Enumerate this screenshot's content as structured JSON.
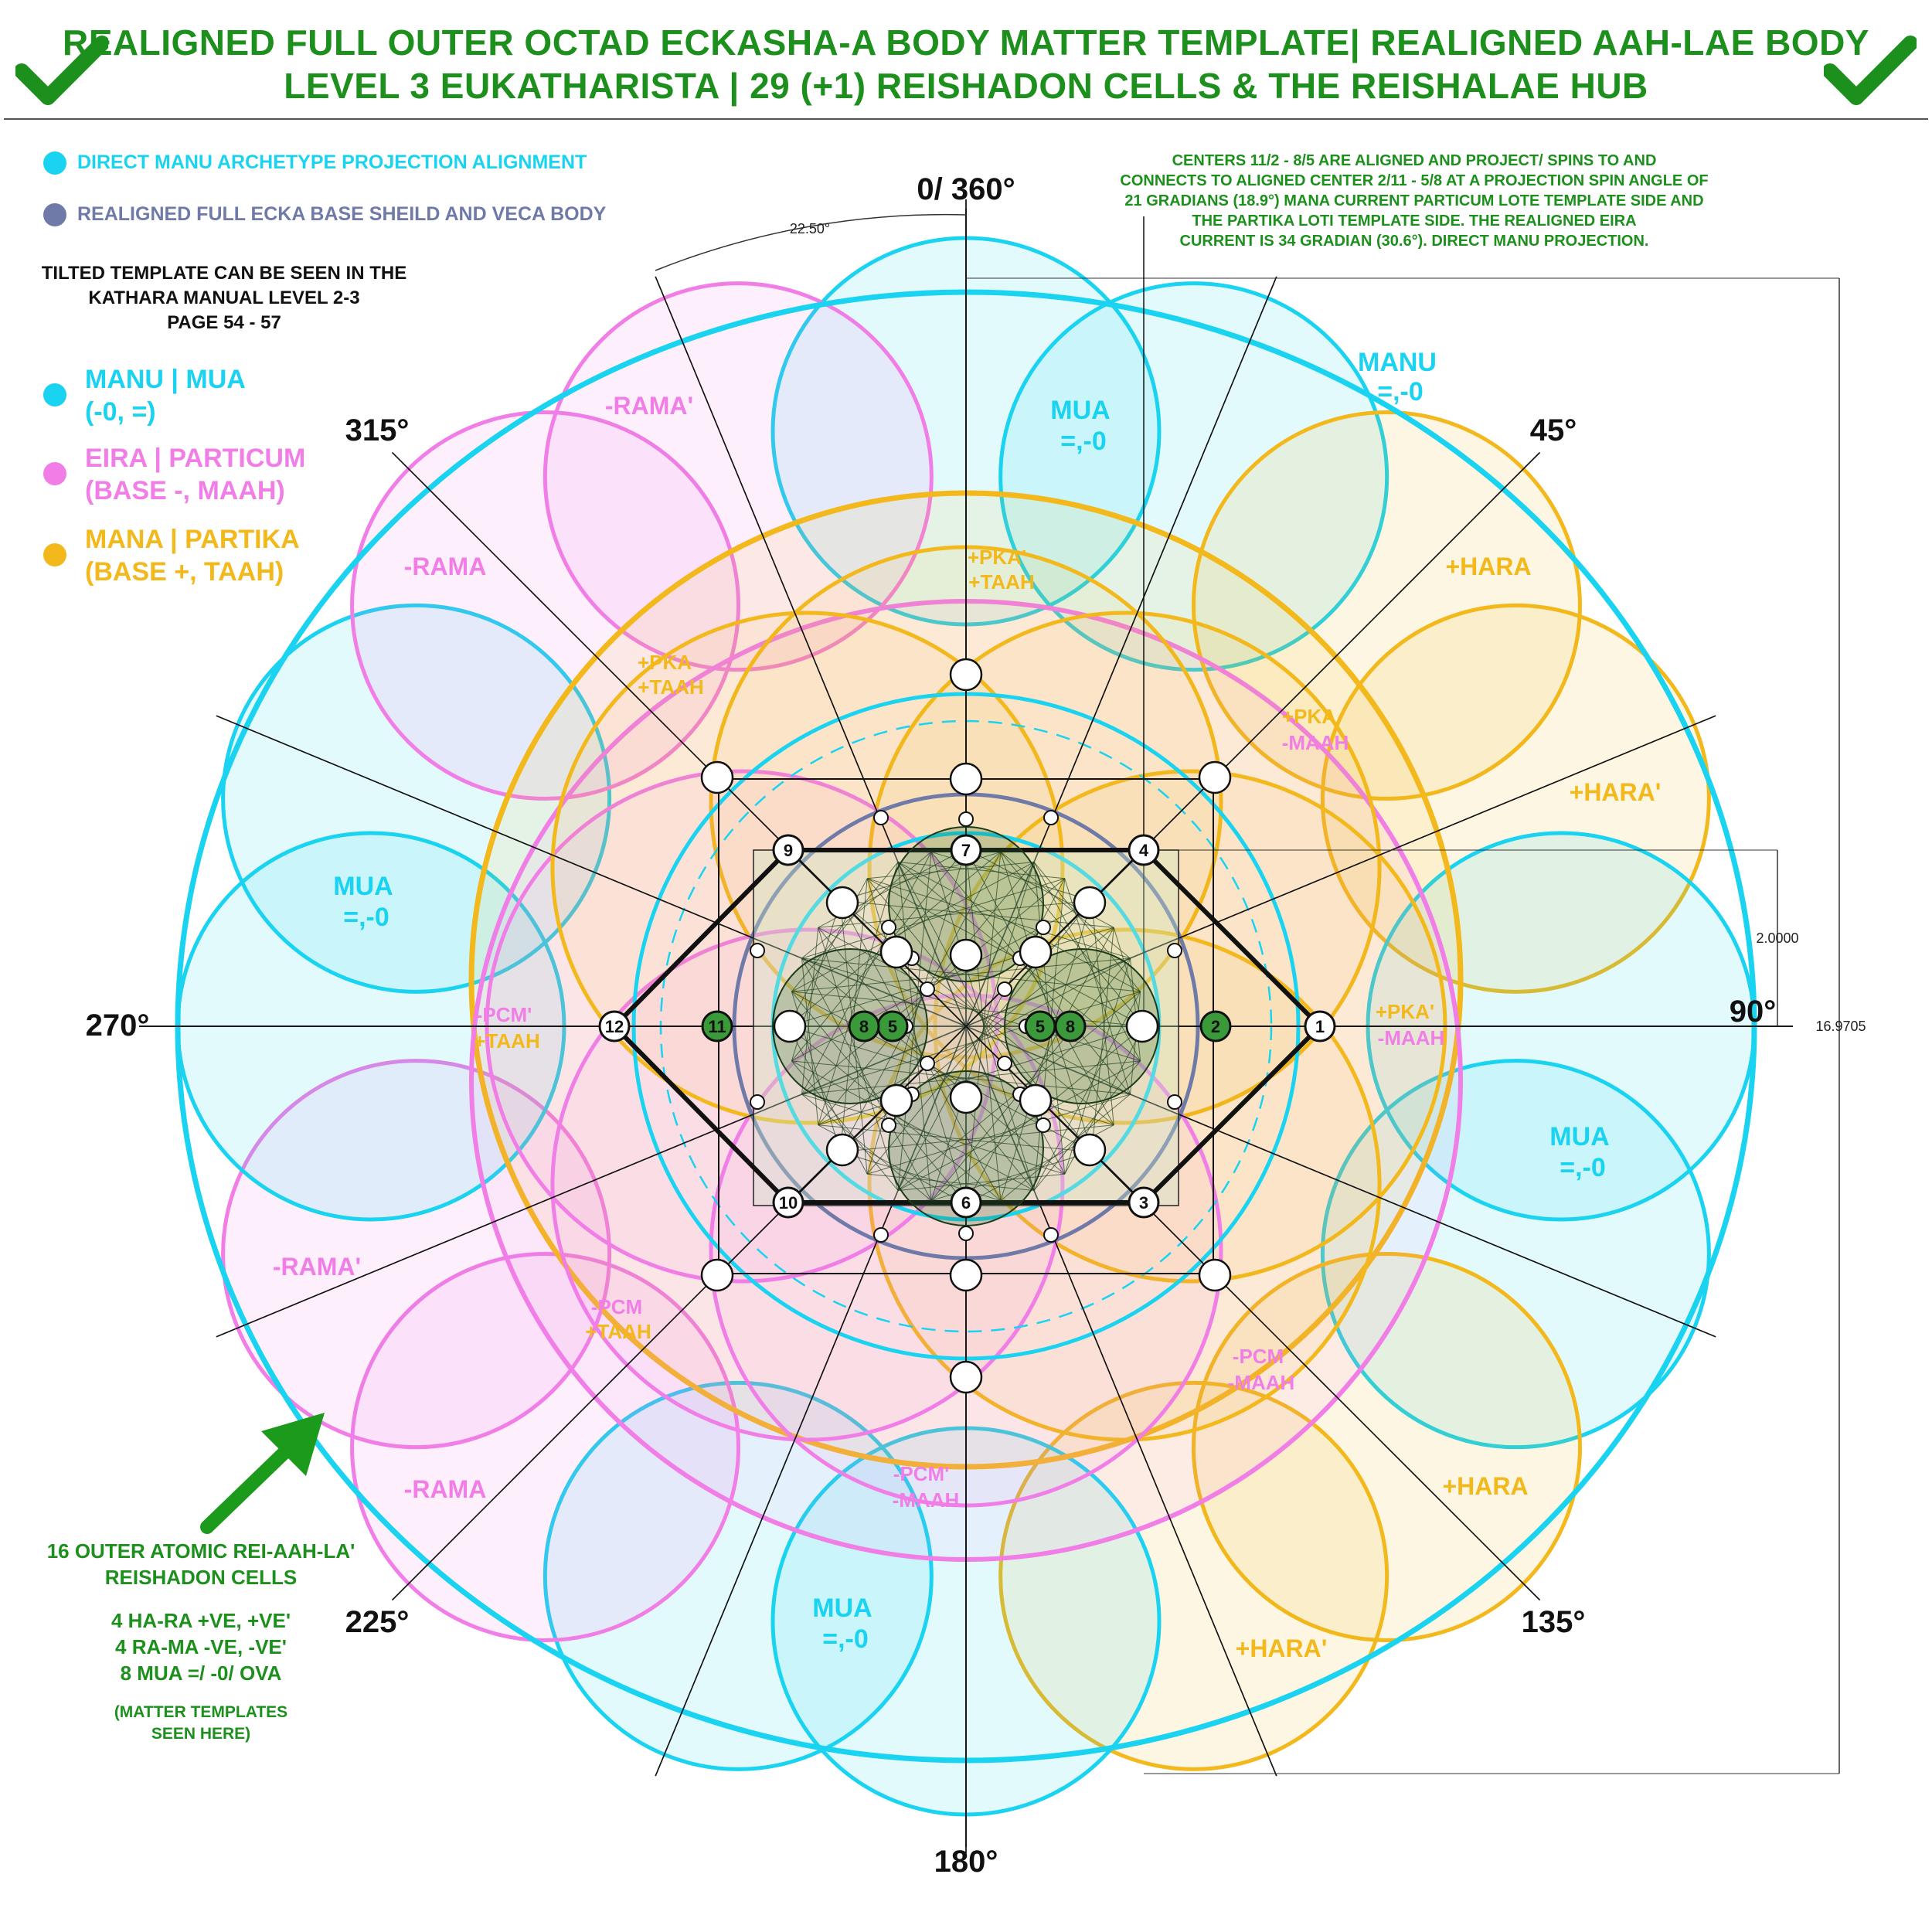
{
  "header": {
    "line1": "REALIGNED FULL OUTER OCTAD ECKASHA-A BODY MATTER TEMPLATE| REALIGNED AAH-LAE BODY",
    "line2": "LEVEL 3 EUKATHARISTA  | 29 (+1) REISHADON CELLS & THE REISHALAE HUB",
    "check_color": "#1c8f1c"
  },
  "legend": {
    "direct_manu": "DIRECT MANU ARCHETYPE PROJECTION ALIGNMENT",
    "realigned_ecka": "REALIGNED FULL ECKA BASE SHEILD AND VECA BODY",
    "tilted_1": "TILTED TEMPLATE CAN BE SEEN IN THE",
    "tilted_2": "KATHARA MANUAL LEVEL 2-3",
    "tilted_3": "PAGE 54 - 57",
    "manu_1": "MANU | MUA",
    "manu_2": "(-0, =)",
    "eira_1": "EIRA | PARTICUM",
    "eira_2": "(BASE -, MAAH)",
    "mana_1": "MANA | PARTIKA",
    "mana_2": "(BASE +, TAAH)"
  },
  "note": {
    "l1": "CENTERS 11/2 - 8/5 ARE ALIGNED AND PROJECT/ SPINS TO AND",
    "l2": "CONNECTS TO ALIGNED CENTER 2/11 - 5/8 AT A PROJECTION SPIN ANGLE OF",
    "l3": "21 GRADIANS (18.9°) MANA CURRENT PARTICUM LOTE TEMPLATE SIDE AND",
    "l4": "THE PARTIKA LOTI TEMPLATE SIDE. THE REALIGNED EIRA",
    "l5": "CURRENT IS 34 GRADIAN (30.6°). DIRECT MANU PROJECTION."
  },
  "cells_note": {
    "l1": "16 OUTER ATOMIC REI-AAH-LA'",
    "l2": "REISHADON CELLS",
    "l3": "4 HA-RA +VE, +VE'",
    "l4": "4 RA-MA -VE, -VE'",
    "l5": "8 MUA =/ -0/ OVA",
    "l6": "(MATTER TEMPLATES",
    "l7": "SEEN HERE)"
  },
  "angles": {
    "a0": "0/ 360°",
    "a45": "45°",
    "a90": "90°",
    "a135": "135°",
    "a180": "180°",
    "a225": "225°",
    "a270": "270°",
    "a315": "315°",
    "arc": "22.50°"
  },
  "dimensions": {
    "small": "2.0000",
    "large": "16.9705"
  },
  "circle_labels": {
    "rama_prime_top": "-RAMA'",
    "mua_top": "MUA",
    "mua_top_val": "=,-0",
    "manu_tr": "MANU",
    "manu_tr_val": "=,-0",
    "rama_left": "-RAMA",
    "hara_right": "+HARA",
    "hara_prime_right": "+HARA'",
    "mua_left": "MUA",
    "mua_left_val": "=,-0",
    "mua_right": "MUA",
    "mua_right_val": "=,-0",
    "rama_prime_left": "-RAMA'",
    "rama_bl": "-RAMA",
    "hara_br": "+HARA",
    "mua_bottom": "MUA",
    "mua_bottom_val": "=,-0",
    "hara_prime_bottom": "+HARA'",
    "pka_prime_top_1": "+PKA'",
    "pka_prime_top_2": "+TAAH",
    "pka_ul_1": "+PKA",
    "pka_ul_2": "+TAAH",
    "pka_ur_1": "+PKA",
    "pka_ur_2": "-MAAH",
    "pcm_prime_l_1": "-PCM'",
    "pcm_prime_l_2": "+TAAH",
    "pka_prime_r_1": "+PKA'",
    "pka_prime_r_2": "-MAAH",
    "pcm_ll_1": "-PCM",
    "pcm_ll_2": "+TAAH",
    "pcm_lr_1": "-PCM",
    "pcm_lr_2": "-MAAH",
    "pcm_prime_b_1": "-PCM'",
    "pcm_prime_b_2": "-MAAH"
  },
  "nodes": {
    "n1": "1",
    "n2": "2",
    "n3": "3",
    "n4": "4",
    "n5": "5",
    "n5b": "5",
    "n6": "6",
    "n7": "7",
    "n8": "8",
    "n8b": "8",
    "n9": "9",
    "n10": "10",
    "n11": "11",
    "n12": "12"
  },
  "colors": {
    "manu": "#1ad3f0",
    "ecka": "#6f7aa8",
    "eira": "#f07ee6",
    "mana": "#f2b81c",
    "green": "#1c8f1c",
    "node_green": "#3a9a3a"
  }
}
